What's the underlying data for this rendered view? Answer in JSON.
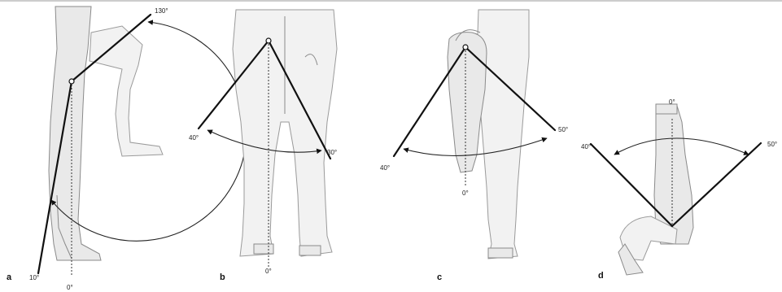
{
  "panels": [
    {
      "letter": "a",
      "labels": [
        "130°",
        "10°",
        "0°"
      ]
    },
    {
      "letter": "b",
      "labels": [
        "40°",
        "30°",
        "0°"
      ]
    },
    {
      "letter": "c",
      "labels": [
        "40°",
        "50°",
        "0°"
      ]
    },
    {
      "letter": "d",
      "labels": [
        "40°",
        "0°",
        "50°"
      ]
    }
  ]
}
